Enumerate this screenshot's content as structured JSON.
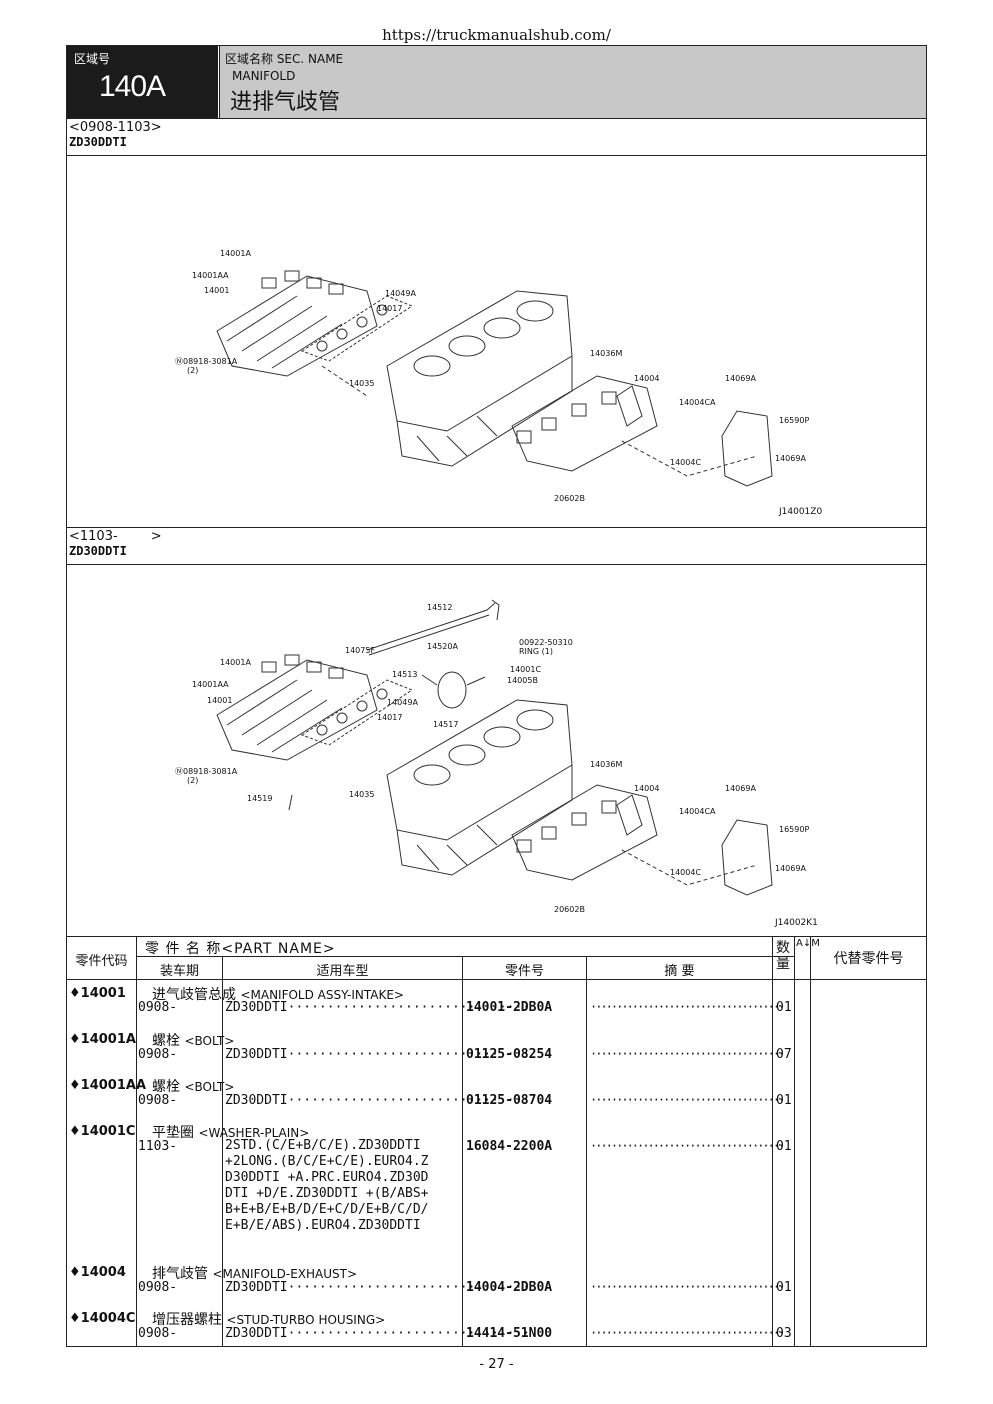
{
  "url": "https://truckmanualshub.com/",
  "header": {
    "section_no_label": "区域号",
    "section_code": "140A",
    "section_name_label": "区域名称  SEC. NAME",
    "section_name_en": "MANIFOLD",
    "section_name_cn": "进排气歧管"
  },
  "variants": [
    {
      "period": "<0908-1103>",
      "model": "ZD30DDTI",
      "figure_code": "J14001Z0"
    },
    {
      "period": "<1103-        >",
      "model": "ZD30DDTI",
      "figure_code": "J14002K1"
    }
  ],
  "diagram1_labels": [
    "14001A",
    "14001AA",
    "14001",
    "14049A",
    "14017",
    "08918-3081A",
    "(2)",
    "14035",
    "14036M",
    "14004",
    "14069A",
    "14004CA",
    "16590P",
    "14069A",
    "14004C",
    "20602B"
  ],
  "diagram2_labels": [
    "14512",
    "00922-50310",
    "RING (1)",
    "14075F",
    "14520A",
    "14001C",
    "14005B",
    "14001A",
    "14513",
    "14001AA",
    "14049A",
    "14001",
    "14017",
    "14517",
    "08918-3081A",
    "(2)",
    "14519",
    "14035",
    "14036M",
    "14004",
    "14069A",
    "14004CA",
    "16590P",
    "14069A",
    "14004C",
    "20602B"
  ],
  "table": {
    "headers": {
      "part_code": "零件代码",
      "part_name": "零 件 名 称<PART NAME>",
      "period": "装车期",
      "model": "适用车型",
      "part_no": "零件号",
      "summary": "摘  要",
      "qty": "数量",
      "am": "A↓M",
      "replace": "代替零件号"
    },
    "rows": [
      {
        "code": "♦14001",
        "name_cn": "进气歧管总成",
        "name_en": "<MANIFOLD ASSY-INTAKE>",
        "period": "0908-",
        "model": "ZD30DDTI·······························",
        "part_no": "14001-2DB0A",
        "qty": "01"
      },
      {
        "code": "♦14001A",
        "name_cn": "螺栓",
        "name_en": "<BOLT>",
        "period": "0908-",
        "model": "ZD30DDTI·······························",
        "part_no": "01125-08254",
        "qty": "07"
      },
      {
        "code": "♦14001AA",
        "name_cn": "螺栓",
        "name_en": "<BOLT>",
        "period": "0908-",
        "model": "ZD30DDTI·······························",
        "part_no": "01125-08704",
        "qty": "01"
      },
      {
        "code": "♦14001C",
        "name_cn": "平垫圈",
        "name_en": "<WASHER-PLAIN>",
        "period": "1103-",
        "model": "2STD.(C/E+B/C/E).ZD30DDTI\n+2LONG.(B/C/E+C/E).EURO4.Z\nD30DDTI +A.PRC.EURO4.ZD30D\nDTI +D/E.ZD30DDTI +(B/ABS+\nB+E+B/E+B/D/E+C/D/E+B/C/D/\nE+B/E/ABS).EURO4.ZD30DDTI",
        "part_no": "16084-2200A",
        "qty": "01"
      },
      {
        "code": "♦14004",
        "name_cn": "排气歧管",
        "name_en": "<MANIFOLD-EXHAUST>",
        "period": "0908-",
        "model": "ZD30DDTI·······························",
        "part_no": "14004-2DB0A",
        "qty": "01"
      },
      {
        "code": "♦14004C",
        "name_cn": "增压器螺柱",
        "name_en": "<STUD-TURBO HOUSING>",
        "period": "0908-",
        "model": "ZD30DDTI·······························",
        "part_no": "14414-51N00",
        "qty": "03"
      }
    ],
    "summary_dots": "·····································"
  },
  "page_number": "- 27 -"
}
